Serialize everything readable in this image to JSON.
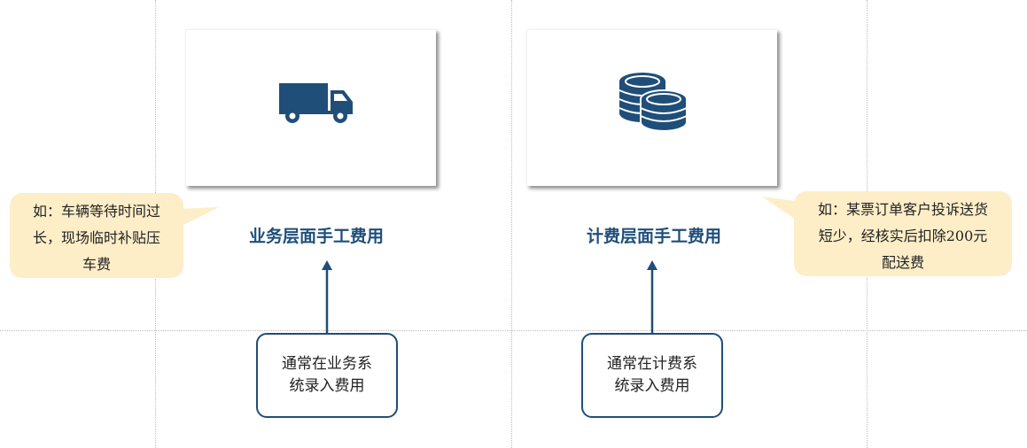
{
  "colors": {
    "accent": "#1f4e79",
    "callout_fill": "#fdeec8",
    "guide": "#bdbdbd"
  },
  "left": {
    "icon": "truck-icon",
    "title": "业务层面手工费用",
    "callout": [
      "如：车辆等待时间过",
      "长，现场临时补贴压",
      "车费"
    ],
    "note": [
      "通常在业务系",
      "统录入费用"
    ]
  },
  "right": {
    "icon": "coins-icon",
    "title": "计费层面手工费用",
    "callout": [
      "如：某票订单客户投诉送货",
      "短少，经核实后扣除200元",
      "配送费"
    ],
    "note": [
      "通常在计费系",
      "统录入费用"
    ]
  }
}
